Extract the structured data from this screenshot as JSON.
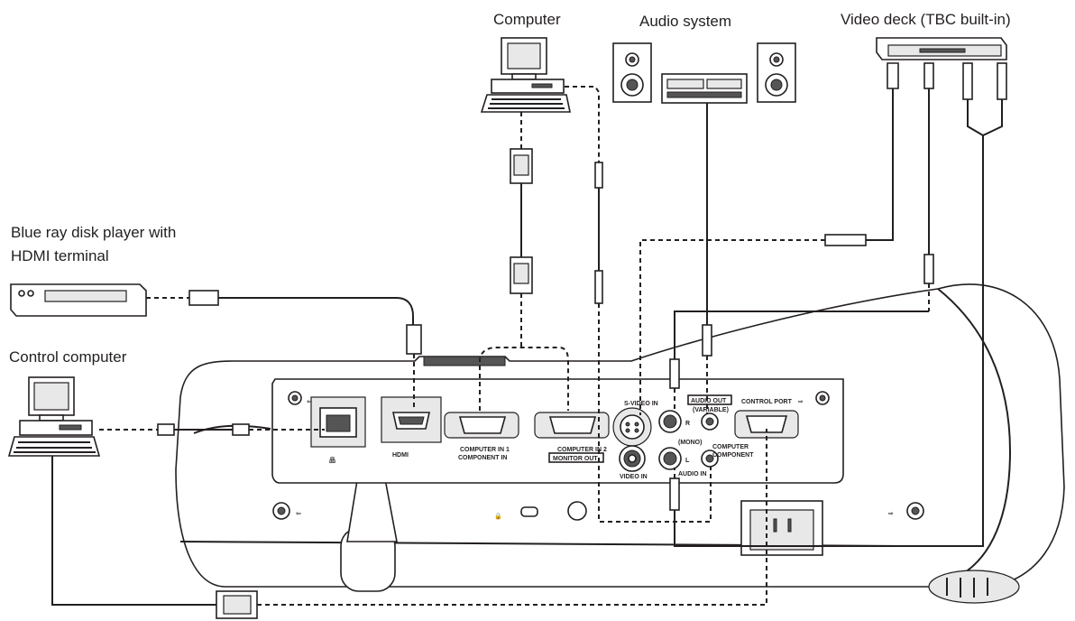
{
  "labels": {
    "computer": "Computer",
    "audio_system": "Audio system",
    "video_deck": "Video deck (TBC built-in)",
    "bluray_line1": "Blue ray disk player with",
    "bluray_line2": "HDMI terminal",
    "control_computer": "Control computer"
  },
  "ports": {
    "hdmi": "HDMI",
    "computer_in_1_line1": "COMPUTER IN 1",
    "computer_in_1_line2": "COMPONENT IN",
    "computer_in_2_line1": "COMPUTER IN 2",
    "computer_in_2_line2": "MONITOR OUT",
    "s_video_in": "S-VIDEO IN",
    "video_in": "VIDEO IN",
    "audio_out_line1": "AUDIO OUT",
    "audio_out_line2": "(VARIABLE)",
    "audio_in": "AUDIO IN",
    "mono": "(MONO)",
    "r": "R",
    "l": "L",
    "computer_component_line1": "COMPUTER",
    "computer_component_line2": "COMPONENT",
    "control_port": "CONTROL PORT"
  }
}
